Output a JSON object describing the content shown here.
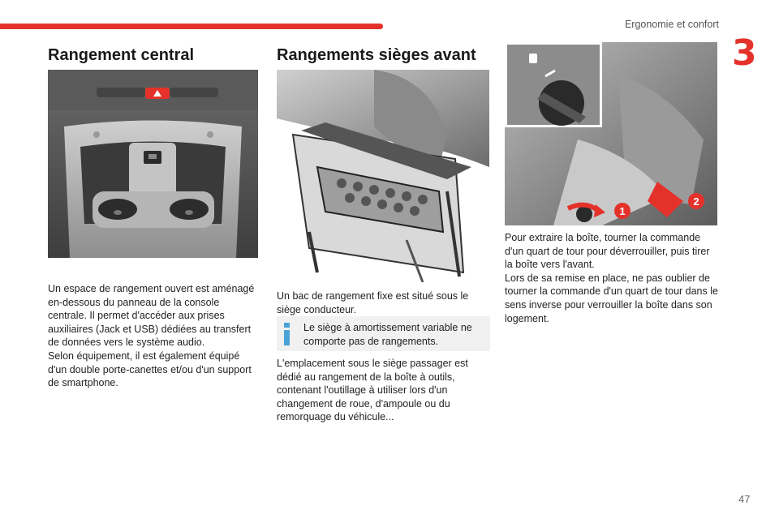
{
  "header": {
    "section_title": "Ergonomie et confort",
    "chapter_number": "3",
    "accent_color": "#e4322b"
  },
  "column1": {
    "title": "Rangement central",
    "paragraph": "Un espace de rangement ouvert est aménagé en-dessous du panneau de la console centrale. Il permet d'accéder aux prises auxiliaires (Jack et USB) dédiées au transfert de données vers le système audio.\nSelon équipement, il est également équipé d'un double porte-canettes et/ou d'un support de smartphone."
  },
  "column2": {
    "title": "Rangements sièges avant",
    "paragraph1": "Un bac de rangement fixe est situé sous le siège conducteur.",
    "info_box": {
      "icon": "info-icon",
      "text": "Le siège à amortissement variable ne comporte pas de rangements."
    },
    "paragraph2": "L'emplacement sous le siège passager est dédié au rangement de la boîte à outils, contenant l'outillage à utiliser lors d'un changement de roue, d'ampoule ou du remorquage du véhicule..."
  },
  "column3": {
    "callout_1": "1",
    "callout_2": "2",
    "paragraph": "Pour extraire la boîte, tourner la commande d'un quart de tour pour déverrouiller, puis tirer la boîte vers l'avant.\nLors de sa remise en place, ne pas oublier de tourner la commande d'un quart de tour dans le sens inverse pour verrouiller la boîte dans son logement."
  },
  "footer": {
    "page_number": "47"
  }
}
